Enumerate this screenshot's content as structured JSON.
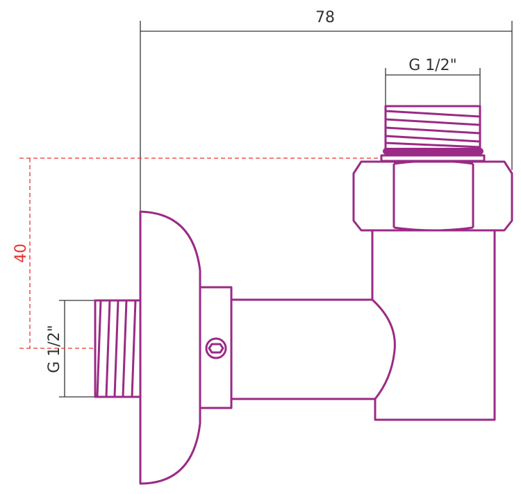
{
  "dimensions": {
    "overall_width": "78",
    "top_thread": "G 1/2\"",
    "side_thread": "G 1/2\"",
    "axis_offset": "40"
  },
  "colors": {
    "part_outline": "#9a2a85",
    "dimension_line": "#333333",
    "axis_offset": "#e8332f"
  }
}
